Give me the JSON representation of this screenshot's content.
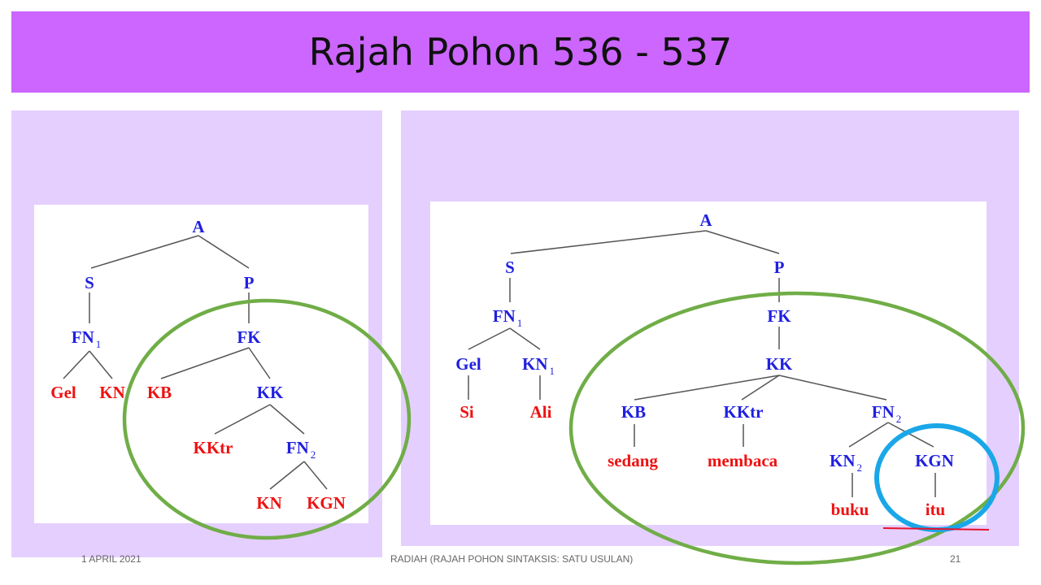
{
  "slide": {
    "title": "Rajah Pohon 536 - 537",
    "footer_date": "1 APRIL 2021",
    "footer_center": "RADIAH (RAJAH POHON SINTAKSIS: SATU USULAN)",
    "footer_page": "21"
  },
  "tree_left": {
    "root": "A",
    "subject": "S",
    "predicate": "P",
    "fn1": "FN",
    "fn1_sub": "1",
    "fk": "FK",
    "gel": "Gel",
    "kn": "KN",
    "kb": "KB",
    "kk": "KK",
    "kktr": "KKtr",
    "fn2": "FN",
    "fn2_sub": "2",
    "kn_leaf": "KN",
    "kgn": "KGN"
  },
  "tree_right": {
    "root": "A",
    "subject": "S",
    "predicate": "P",
    "fn1": "FN",
    "fn1_sub": "1",
    "fk": "FK",
    "gel": "Gel",
    "kn1": "KN",
    "kn1_sub": "1",
    "kk": "KK",
    "si": "Si",
    "ali": "Ali",
    "kb": "KB",
    "kktr": "KKtr",
    "fn2": "FN",
    "fn2_sub": "2",
    "sedang": "sedang",
    "membaca": "membaca",
    "kn2": "KN",
    "kn2_sub": "2",
    "kgn": "KGN",
    "buku": "buku",
    "itu": "itu"
  },
  "colors": {
    "title_bg": "#cc66ff",
    "panel_bg": "#e5cfff",
    "node_blue": "#1f1fe0",
    "node_red": "#ee1111",
    "green_highlight": "#70ad47",
    "cyan_highlight": "#1aa7e8"
  }
}
